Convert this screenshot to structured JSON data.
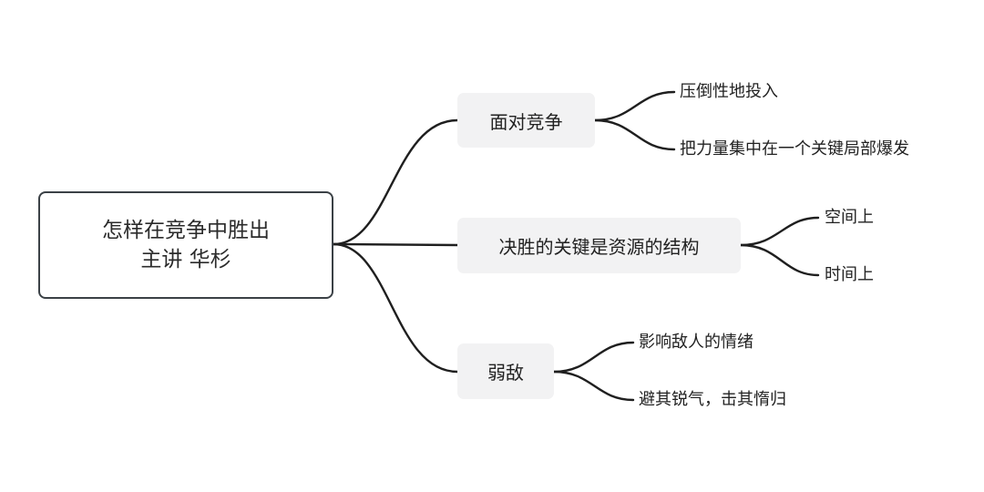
{
  "root": {
    "line1": "怎样在竞争中胜出",
    "line2": "主讲 华杉"
  },
  "branches": [
    {
      "label": "面对竞争",
      "children": [
        "压倒性地投入",
        "把力量集中在一个关键局部爆发"
      ]
    },
    {
      "label": "决胜的关键是资源的结构",
      "children": [
        "空间上",
        "时间上"
      ]
    },
    {
      "label": "弱敌",
      "children": [
        "影响敌人的情绪",
        "避其锐气，击其惰归"
      ]
    }
  ],
  "colors": {
    "line": "#1f1f1f",
    "root_border": "#3b4146",
    "branch_fill": "#f2f2f3"
  }
}
